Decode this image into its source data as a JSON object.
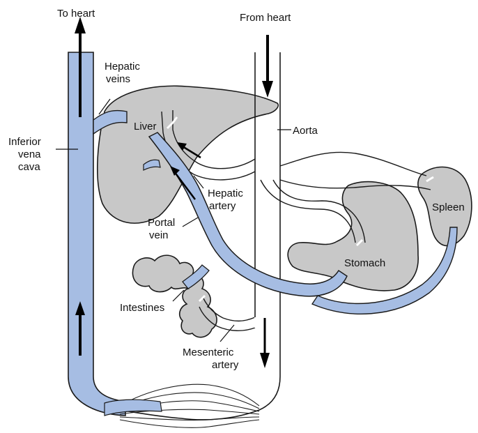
{
  "colors": {
    "organ": "#c8c8c8",
    "organ_stroke": "#1a1a1a",
    "venous": "#a6bde3",
    "arterial": "#ffffff",
    "arrow": "#000000"
  },
  "labels": {
    "to_heart": "To heart",
    "from_heart": "From heart",
    "hepatic_veins_line1": "Hepatic",
    "hepatic_veins_line2": "veins",
    "inferior_vena_cava_line1": "Inferior",
    "inferior_vena_cava_line2": "vena",
    "inferior_vena_cava_line3": "cava",
    "liver": "Liver",
    "aorta": "Aorta",
    "hepatic_artery_line1": "Hepatic",
    "hepatic_artery_line2": "artery",
    "portal_vein_line1": "Portal",
    "portal_vein_line2": "vein",
    "spleen": "Spleen",
    "stomach": "Stomach",
    "intestines": "Intestines",
    "mesenteric_artery_line1": "Mesenteric",
    "mesenteric_artery_line2": "artery"
  }
}
